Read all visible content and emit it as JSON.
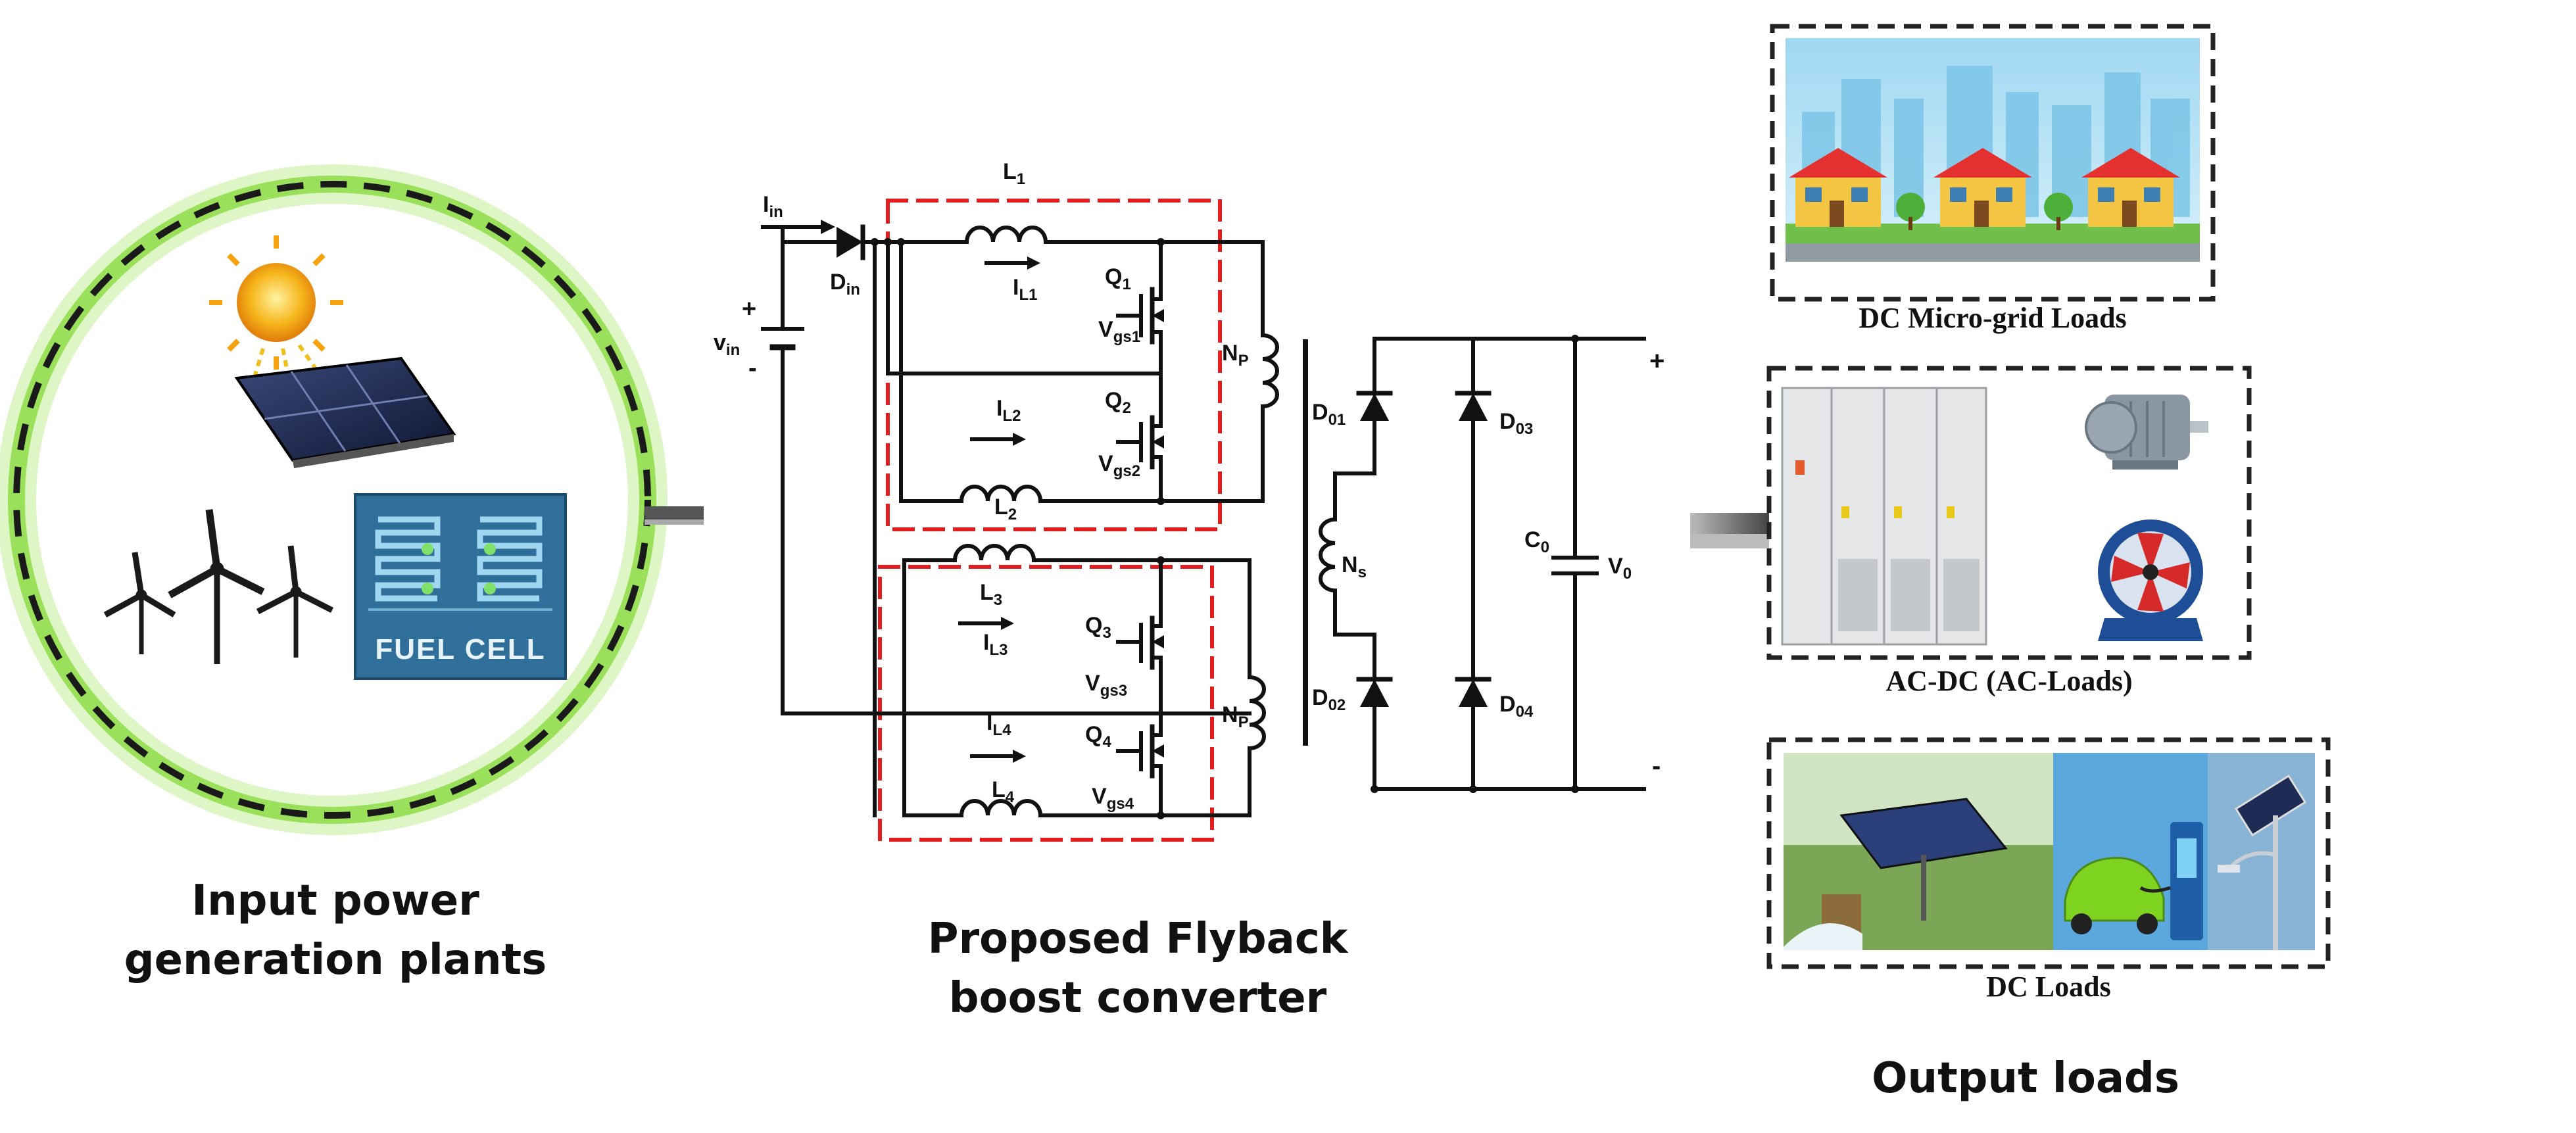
{
  "captions": {
    "input_line1": "Input power",
    "input_line2": "generation plants",
    "converter_line1": "Proposed Flyback",
    "converter_line2": "boost converter",
    "output": "Output loads"
  },
  "input_panel": {
    "fuel_cell_label": "FUEL CELL"
  },
  "load_boxes": {
    "microgrid": "DC Micro-grid Loads",
    "acdc": "AC-DC (AC-Loads)",
    "dc": "DC Loads"
  },
  "circuit_labels": {
    "i_in": "I",
    "i_in_sub": "in",
    "v_in": "v",
    "v_in_sub": "in",
    "plus_in": "+",
    "minus_in": "-",
    "d_in": "D",
    "d_in_sub": "in",
    "l1": "L",
    "l1_sub": "1",
    "il1": "I",
    "il1_sub": "L1",
    "q1": "Q",
    "q1_sub": "1",
    "vgs1": "V",
    "vgs1_sub": "gs1",
    "il2": "I",
    "il2_sub": "L2",
    "q2": "Q",
    "q2_sub": "2",
    "vgs2": "V",
    "vgs2_sub": "gs2",
    "l2": "L",
    "l2_sub": "2",
    "np_top": "N",
    "np_top_sub": "P",
    "l3": "L",
    "l3_sub": "3",
    "il3": "I",
    "il3_sub": "L3",
    "q3": "Q",
    "q3_sub": "3",
    "vgs3": "V",
    "vgs3_sub": "gs3",
    "il4": "I",
    "il4_sub": "L4",
    "q4": "Q",
    "q4_sub": "4",
    "l4": "L",
    "l4_sub": "4",
    "vgs4": "V",
    "vgs4_sub": "gs4",
    "np_bot": "N",
    "np_bot_sub": "P",
    "ns": "N",
    "ns_sub": "s",
    "d01": "D",
    "d01_sub": "01",
    "d03": "D",
    "d03_sub": "03",
    "d02": "D",
    "d02_sub": "02",
    "d04": "D",
    "d04_sub": "04",
    "c0": "C",
    "c0_sub": "0",
    "v0": "V",
    "v0_sub": "0",
    "plus_out": "+",
    "minus_out": "-"
  },
  "colors": {
    "glow_ring": "#9be05a",
    "dash_box": "#e11d1d",
    "wire": "#111111",
    "fuel_cell_bg": "#2f6f9a",
    "sun": "#f5b41a"
  }
}
